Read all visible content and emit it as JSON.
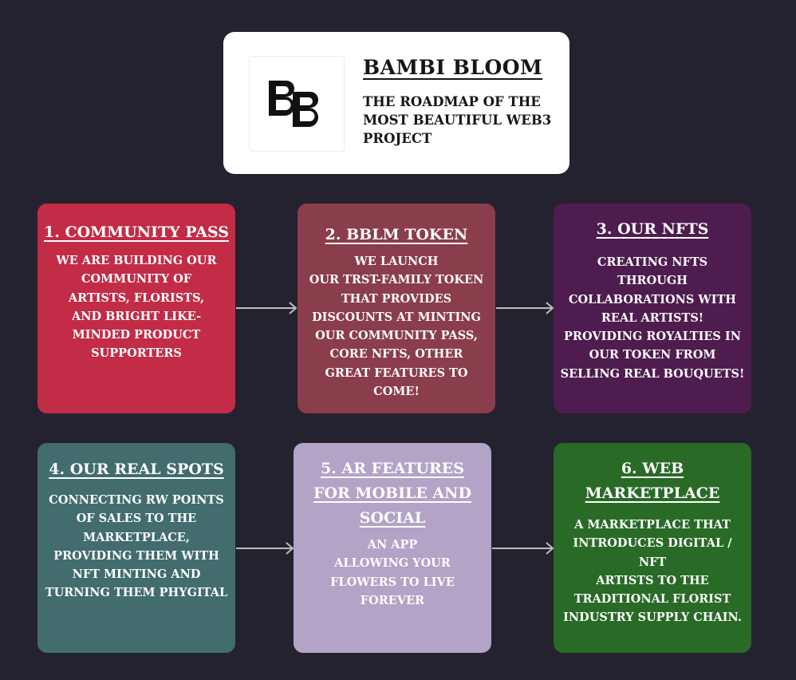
{
  "header": {
    "logo_alt": "BB",
    "title": "BAMBI BLOOM",
    "subtitle": "THE ROADMAP OF THE MOST BEAUTIFUL WEB3 PROJECT"
  },
  "colors": {
    "background": "#23222e",
    "step1": "#c22c47",
    "step2": "#8a3d4a",
    "step3": "#4f1c4f",
    "step4": "#426c6e",
    "step5": "#b2a3c7",
    "step6": "#296a27",
    "arrow": "#bdbdbd"
  },
  "steps": [
    {
      "title": "1.  COMMUNITY PASS",
      "desc_lines": [
        "WE ARE BUILDING OUR",
        "COMMUNITY OF",
        "ARTISTS, FLORISTS,",
        "AND BRIGHT LIKE-",
        "MINDED PRODUCT",
        "SUPPORTERS"
      ]
    },
    {
      "title": "2. BBLM TOKEN",
      "desc_lines": [
        "WE  LAUNCH",
        "OUR TRST-FAMILY TOKEN",
        "THAT PROVIDES",
        "DISCOUNTS AT MINTING",
        "OUR COMMUNITY PASS,",
        "CORE NFTS, OTHER",
        "GREAT FEATURES TO",
        "COME!"
      ]
    },
    {
      "title": "3. OUR NFTS",
      "desc_lines": [
        "CREATING NFTS",
        "THROUGH",
        "COLLABORATIONS WITH",
        "REAL ARTISTS!",
        "PROVIDING ROYALTIES IN",
        "OUR TOKEN FROM",
        "SELLING REAL BOUQUETS!"
      ]
    },
    {
      "title": "4. OUR REAL SPOTS",
      "desc_lines": [
        "CONNECTING RW POINTS",
        "OF SALES TO THE",
        "MARKETPLACE,",
        "PROVIDING THEM WITH",
        "NFT MINTING AND",
        "TURNING THEM PHYGITAL"
      ]
    },
    {
      "title_lines": [
        "5. AR FEATURES",
        "FOR MOBILE AND",
        "SOCIAL"
      ],
      "desc_lines": [
        "AN APP",
        "ALLOWING YOUR",
        "FLOWERS TO LIVE",
        "FOREVER"
      ]
    },
    {
      "title_lines": [
        "6. WEB",
        "MARKETPLACE"
      ],
      "desc_lines": [
        "A MARKETPLACE THAT",
        "INTRODUCES DIGITAL / NFT",
        "ARTISTS TO THE",
        "TRADITIONAL FLORIST",
        "INDUSTRY SUPPLY CHAIN."
      ]
    }
  ]
}
